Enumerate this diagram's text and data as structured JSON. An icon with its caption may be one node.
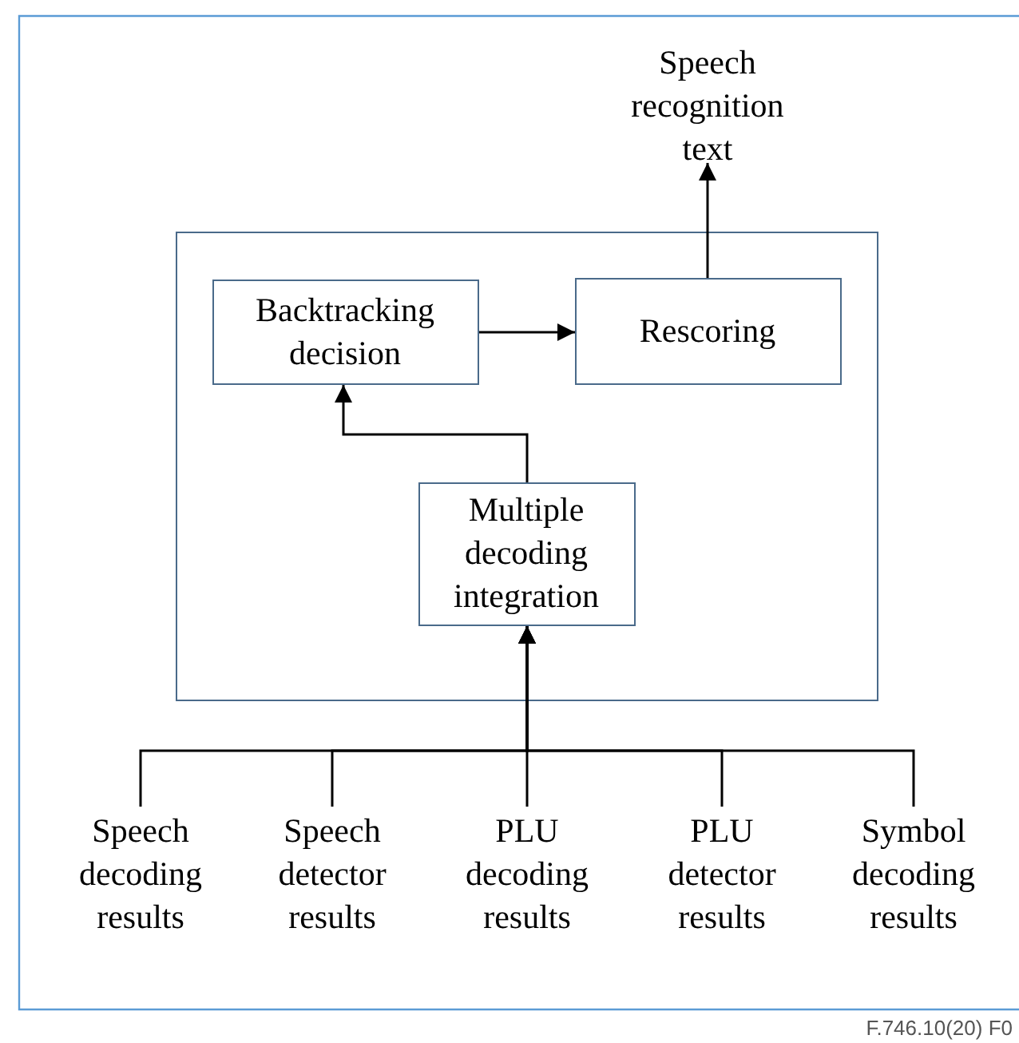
{
  "diagram": {
    "nodes": [
      {
        "text": [],
        "shape": "box"
      },
      {
        "text": [
          "Backtracking decision"
        ],
        "in": 0
      },
      {
        "text": [
          "Rescoring"
        ],
        "in": 0
      },
      {
        "text": [
          "Multiple decoding integration"
        ],
        "in": 0
      },
      {
        "text": [
          "Speech recognition text"
        ]
      },
      {
        "text": [
          "Speech decoding results"
        ]
      },
      {
        "text": [
          "Speech detector results"
        ]
      },
      {
        "text": [
          "PLU decoding results"
        ]
      },
      {
        "text": [
          "PLU detector results"
        ]
      },
      {
        "text": [
          "Symbol decoding results"
        ]
      }
    ],
    "edges": [
      {
        "from": 1,
        "to": 2,
        "arrow": "to"
      },
      {
        "from": 3,
        "to": 1,
        "arrow": "to"
      },
      {
        "from": 2,
        "to": 4,
        "arrow": "to"
      },
      {
        "from": 5,
        "to": 3,
        "arrow": "to"
      },
      {
        "from": 6,
        "to": 3,
        "arrow": "to"
      },
      {
        "from": 7,
        "to": 3,
        "arrow": "to"
      },
      {
        "from": 8,
        "to": 3,
        "arrow": "to"
      },
      {
        "from": 9,
        "to": 3,
        "arrow": "to"
      }
    ],
    "labels": [
      "F.746.10(20) F0"
    ]
  }
}
